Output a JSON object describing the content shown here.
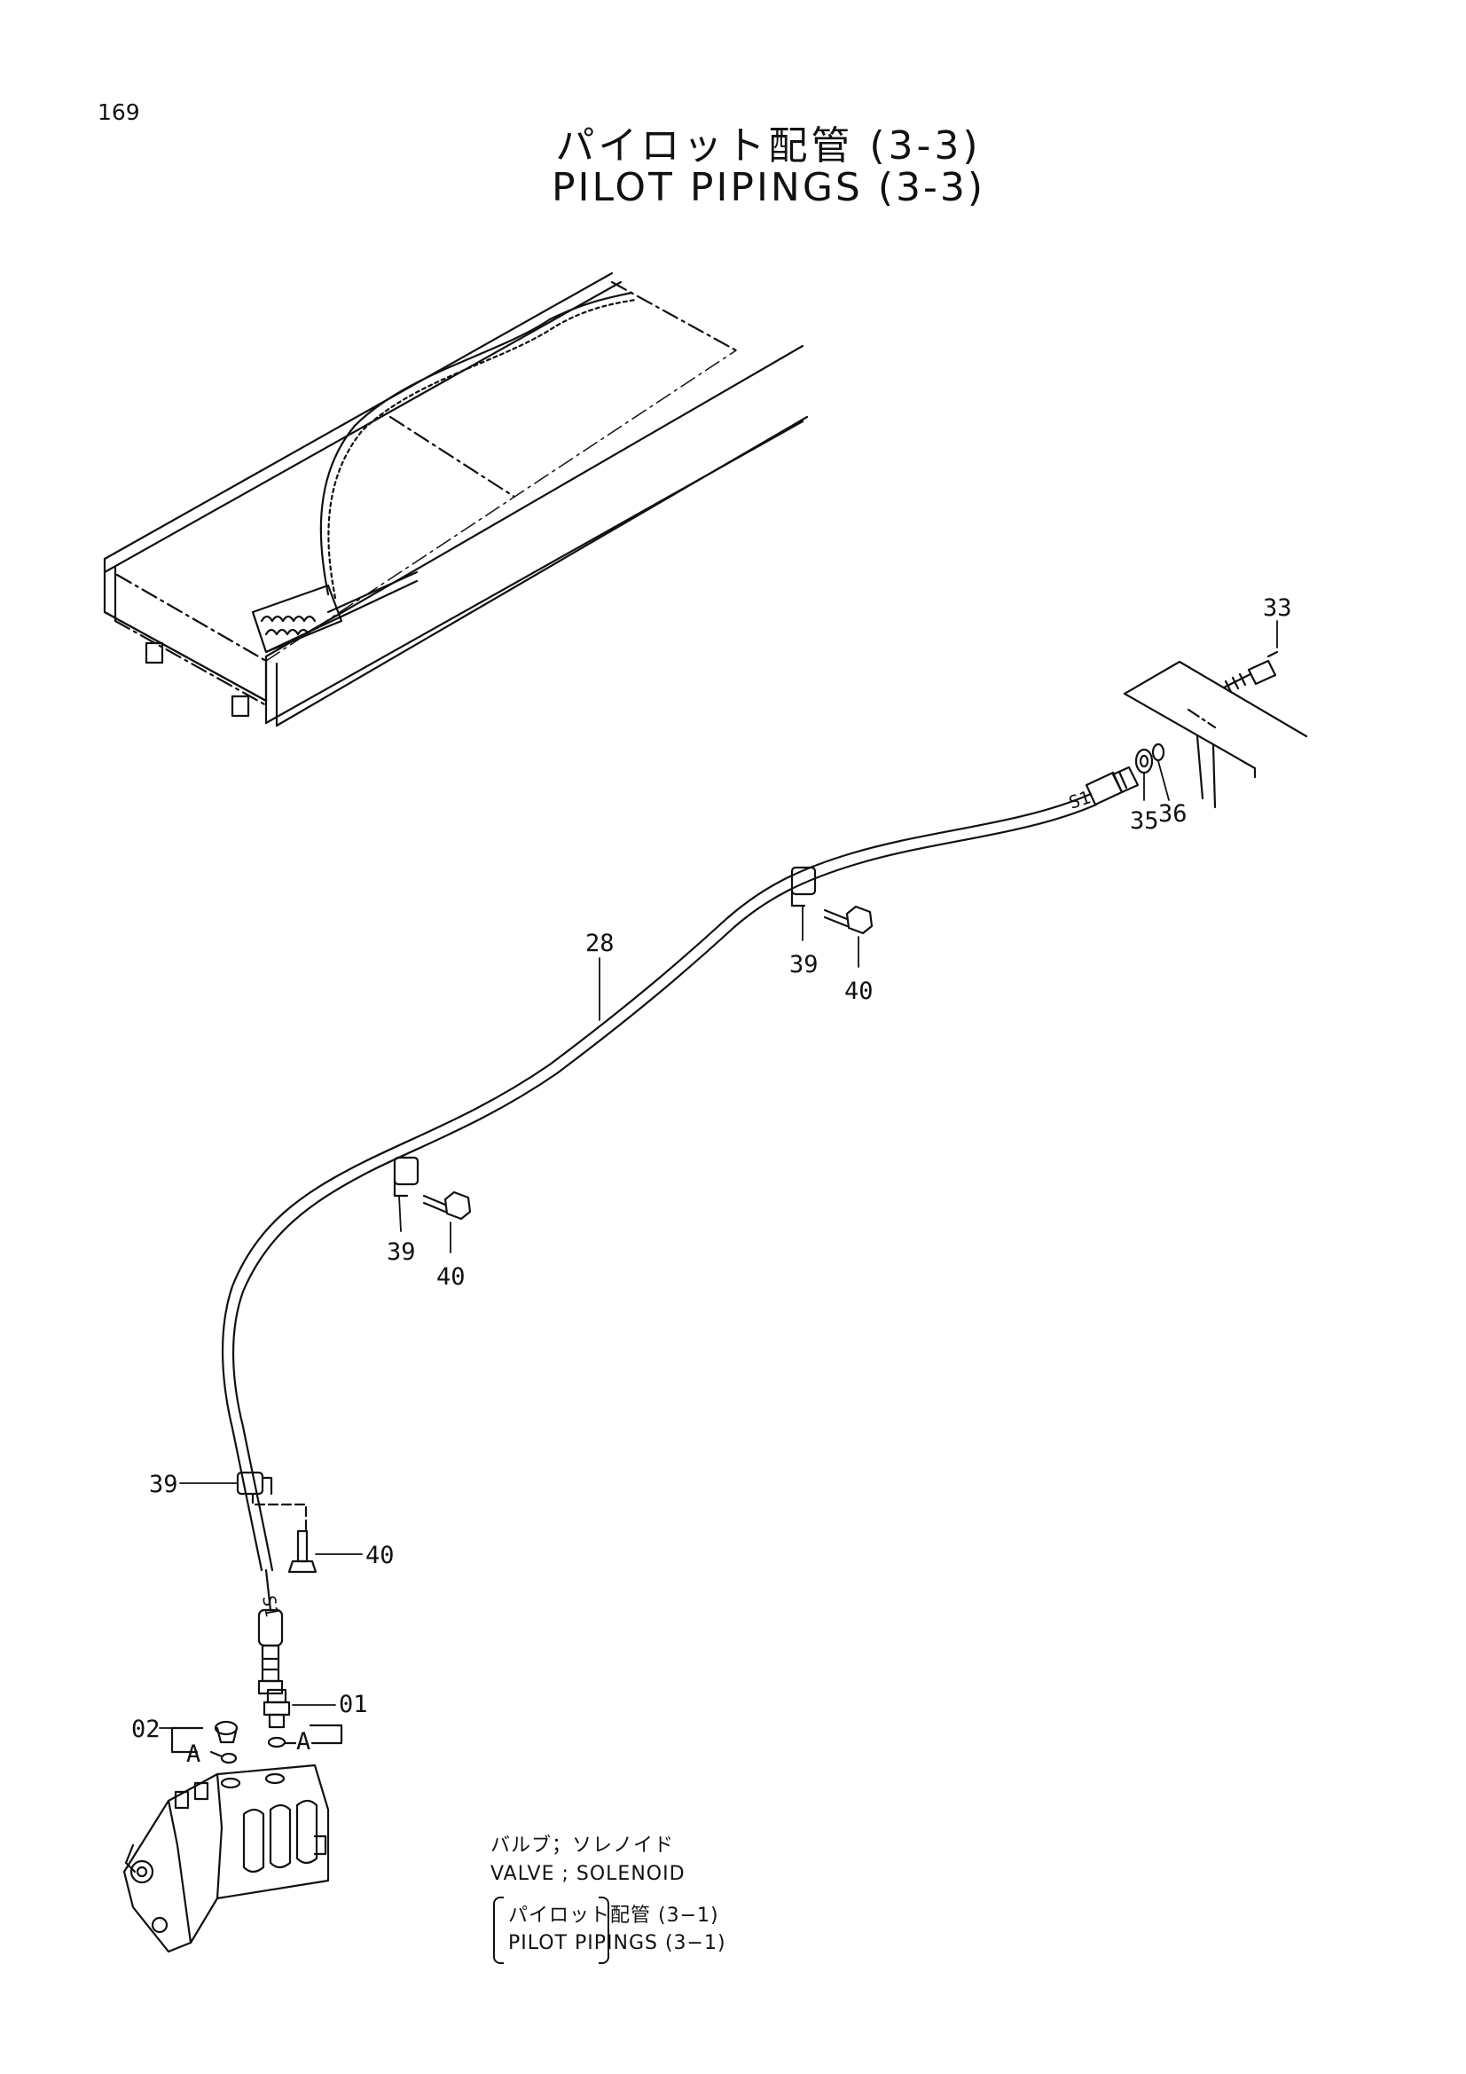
{
  "header": {
    "page_number": "169",
    "title_jp": "パイロット配管 (3-3)",
    "title_en": "PILOT PIPINGS (3-3)"
  },
  "callouts": {
    "p33": "33",
    "p35": "35",
    "p36": "36",
    "p28": "28",
    "p39a": "39",
    "p40a": "40",
    "p39b": "39",
    "p40b": "40",
    "p39c": "39",
    "p40c": "40",
    "p01": "01",
    "p02": "02",
    "pA1": "A",
    "pA2": "A",
    "s1_top": "S1",
    "s1_bottom": "S1"
  },
  "note": {
    "line1": "バルブ；ソレノイド",
    "line2": "VALVE ; SOLENOID",
    "line3": "パイロット配管 (3−1)",
    "line4": "PILOT PIPINGS (3−1)"
  }
}
